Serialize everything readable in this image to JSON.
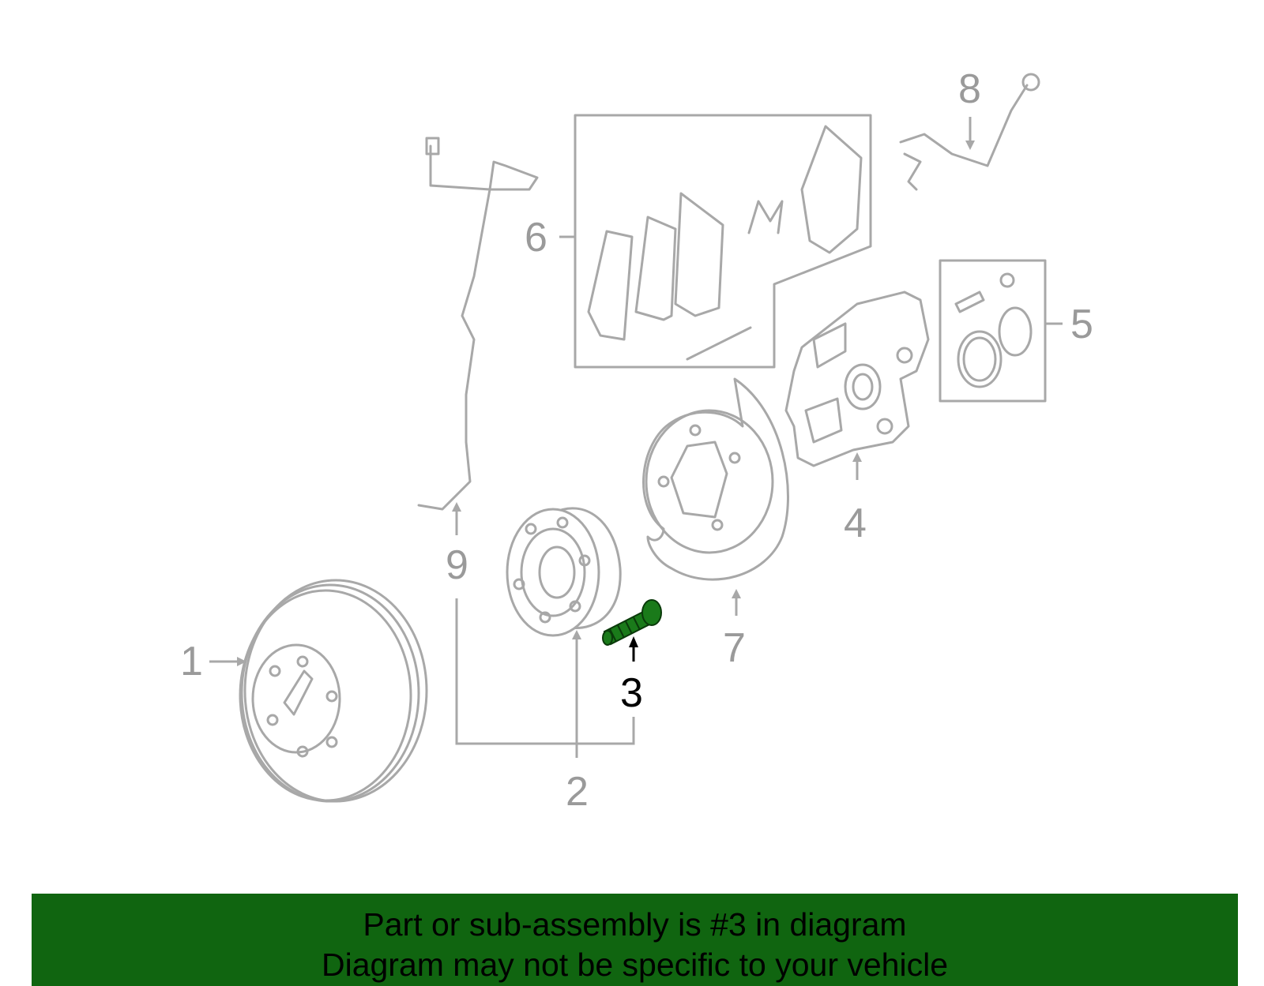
{
  "callouts": {
    "c1": "1",
    "c2": "2",
    "c3": "3",
    "c4": "4",
    "c5": "5",
    "c6": "6",
    "c7": "7",
    "c8": "8",
    "c9": "9"
  },
  "highlighted_part": "3",
  "colors": {
    "line_art": "#a8a8a8",
    "highlight_part": "#1a7a1a",
    "banner_bg": "#106510"
  },
  "banner": {
    "line1": "Part or sub-assembly is #3 in diagram",
    "line2": "Diagram may not be specific to your vehicle"
  }
}
